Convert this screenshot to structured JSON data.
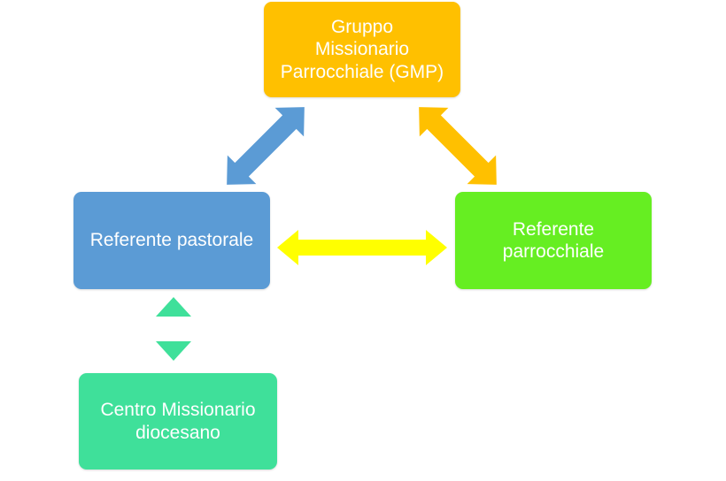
{
  "nodes": {
    "gmp": {
      "label": "Gruppo\nMissionario\nParrocchiale (GMP)",
      "color": "#FFC000"
    },
    "pastorale": {
      "label": "Referente pastorale",
      "color": "#5B9BD5"
    },
    "parrocchiale": {
      "label": "Referente\nparrocchiale",
      "color": "#66EE22"
    },
    "centro": {
      "label": "Centro Missionario\ndiocesano",
      "color": "#3FE09A"
    }
  },
  "edges": [
    {
      "from": "pastorale",
      "to": "gmp",
      "color": "#5B9BD5",
      "style": "double-arrow"
    },
    {
      "from": "parrocchiale",
      "to": "gmp",
      "color": "#FFC000",
      "style": "double-arrow"
    },
    {
      "from": "pastorale",
      "to": "parrocchiale",
      "color": "#FFFF00",
      "style": "double-arrow"
    },
    {
      "from": "pastorale",
      "to": "centro",
      "color": "#3FE09A",
      "style": "double-arrow"
    }
  ]
}
